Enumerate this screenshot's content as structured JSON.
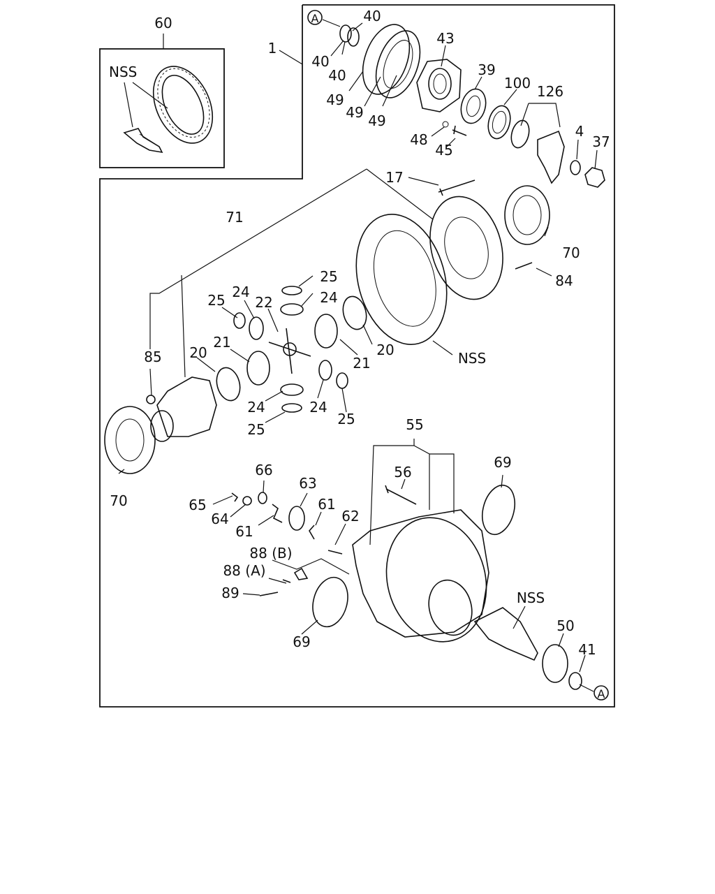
{
  "callout_marker": "A",
  "labels": {
    "l1": "1",
    "l4": "4",
    "l17": "17",
    "l20a": "20",
    "l20b": "20",
    "l21a": "21",
    "l21b": "21",
    "l22": "22",
    "l24a": "24",
    "l24b": "24",
    "l24c": "24",
    "l24d": "24",
    "l25a": "25",
    "l25b": "25",
    "l25c": "25",
    "l25d": "25",
    "l37": "37",
    "l39": "39",
    "l40a": "40",
    "l40b": "40",
    "l40c": "40",
    "l41": "41",
    "l43": "43",
    "l45": "45",
    "l48": "48",
    "l49a": "49",
    "l49b": "49",
    "l49c": "49",
    "l50": "50",
    "l55": "55",
    "l56": "56",
    "l60": "60",
    "l61a": "61",
    "l61b": "61",
    "l62": "62",
    "l63": "63",
    "l64": "64",
    "l65": "65",
    "l66": "66",
    "l69a": "69",
    "l69b": "69",
    "l70a": "70",
    "l70b": "70",
    "l71": "71",
    "l84": "84",
    "l85": "85",
    "l88a": "88 (A)",
    "l88b": "88 (B)",
    "l89": "89",
    "l100": "100",
    "l126": "126",
    "nss_inset": "NSS",
    "nss_ring": "NSS",
    "nss_pinion": "NSS"
  }
}
